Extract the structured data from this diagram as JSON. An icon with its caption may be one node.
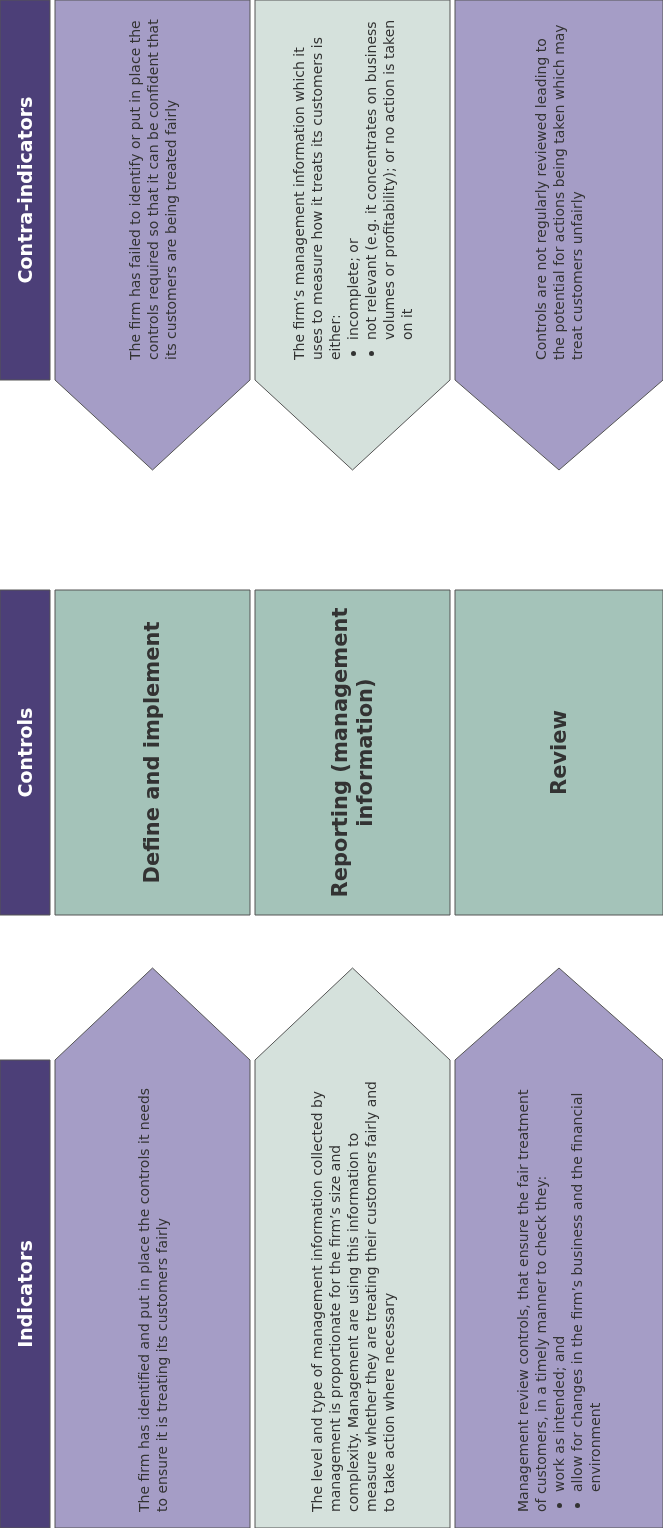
{
  "diagram": {
    "nodes": [
      {
        "text": [
          "Indicators"
        ]
      },
      {
        "text": [
          "Controls"
        ]
      },
      {
        "text": [
          "Contra-indicators"
        ]
      },
      {
        "text": [
          "The firm has identified and put in place the controls it needs to ensure it is treating its customers fairly"
        ]
      },
      {
        "text": [
          "Define and implement"
        ]
      },
      {
        "text": [
          "The firm has failed to identify or put in place the controls required so that it can be confident that its customers are being treated fairly"
        ]
      },
      {
        "text": [
          "The level and type of management information collected by management is proportionate for the firm’s size and complexity. Management are using this information to measure whether they are treating their customers fairly and to take action where necessary"
        ]
      },
      {
        "text": [
          "Reporting (management information)"
        ]
      },
      {
        "text": [
          "The firm’s management information which it uses to measure how it treats its customers is either:",
          "incomplete; or",
          "not relevant (e.g. it concentrates on business volumes or profitability); or no action is taken on it"
        ]
      },
      {
        "text": [
          "Management review controls, that ensure the fair treatment of customers, in a timely manner to check they:",
          "work as intended; and",
          "allow for changes in the firm’s business and the financial environment"
        ]
      },
      {
        "text": [
          "Review"
        ]
      },
      {
        "text": [
          "Controls are not regularly reviewed leading to the potential for actions being taken which may treat customers unfairly"
        ]
      }
    ]
  }
}
